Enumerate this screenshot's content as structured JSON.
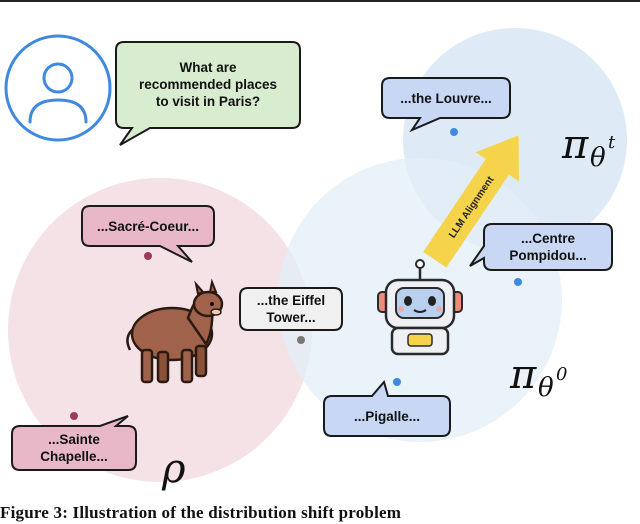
{
  "user_question": {
    "line1": "What are",
    "line2": "recommended places",
    "line3": "to visit in Paris?"
  },
  "responses": {
    "louvre": "...the Louvre...",
    "sacre_coeur": "...Sacré-Coeur...",
    "centre_pompidou_line1": "...Centre",
    "centre_pompidou_line2": "Pompidou...",
    "eiffel_line1": "...the Eiffel",
    "eiffel_line2": "Tower...",
    "pigalle": "...Pigalle...",
    "sainte_chapelle_line1": "...Sainte",
    "sainte_chapelle_line2": "Chapelle..."
  },
  "distributions": {
    "rho": "ρ",
    "pi_theta_t": {
      "base": "π",
      "sub": "θ",
      "sup": "t"
    },
    "pi_theta_0": {
      "base": "π",
      "sub": "θ",
      "sup": "0"
    }
  },
  "arrow_label": "LLM Alignment",
  "caption": "Figure 3: Illustration of the distribution shift problem",
  "colors": {
    "rho_region": "#f3dfe4",
    "pi_theta_t_region": "#dceaf6",
    "pi_theta_0_region": "#e3edf8",
    "user_bubble": "#d8ecd0",
    "pink_bubble": "#e8b8c8",
    "blue_bubble": "#c8d8f4",
    "gray_bubble": "#f0f0f0",
    "arrow": "#f5d34a",
    "user_icon": "#3f8ae0"
  }
}
